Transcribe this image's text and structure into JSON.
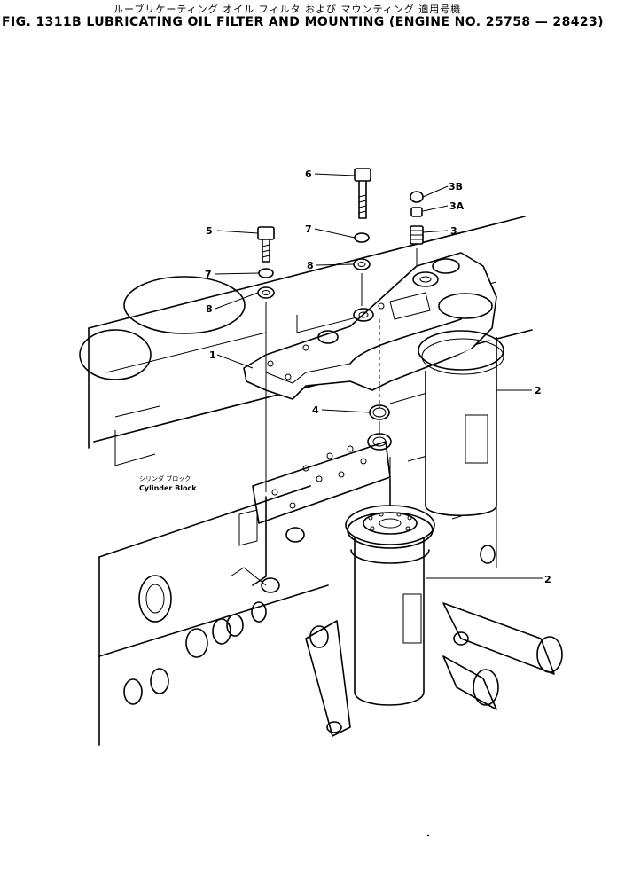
{
  "header": {
    "title_jp": "ルーブリケーティング オイル フィルタ および マウンティング 適用号機",
    "title_en": "FIG. 1311B  LUBRICATING  OIL  FILTER  AND  MOUNTING (ENGINE  NO.  25758 — 28423)"
  },
  "callouts": {
    "c1": "1",
    "c2a": "2",
    "c2b": "2",
    "c3": "3",
    "c3a": "3A",
    "c3b": "3B",
    "c4": "4",
    "c5": "5",
    "c6": "6",
    "c7a": "7",
    "c7b": "7",
    "c8a": "8",
    "c8b": "8"
  },
  "annotations": {
    "block_jp": "シリンダ  ブロック",
    "block_en": "Cylinder  Block"
  }
}
